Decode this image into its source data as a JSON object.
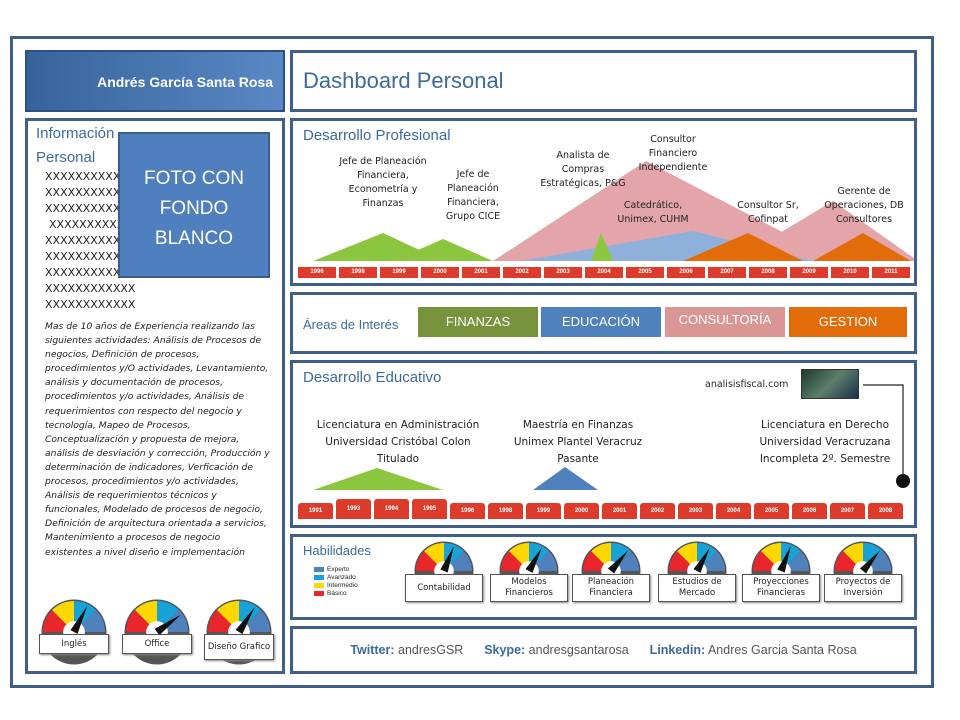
{
  "profile": {
    "name": "Andrés García Santa Rosa",
    "dashboard_title": "Dashboard Personal",
    "info_title_line1": "Información",
    "info_title_line2": "Personal",
    "photo_line1": "FOTO CON",
    "photo_line2": "FONDO",
    "photo_line3": "BLANCO",
    "placeholder_lines": [
      "XXXXXXXXXXXX",
      "XXXXXXXXXXXX",
      "XXXXXXXXXXXX",
      "XXXXXXXXXXXX",
      "XXXXXXXXXXXX",
      "XXXXXXXXXXXX",
      "XXXXXXXXXXXX",
      "XXXXXXXXXXXX",
      "XXXXXXXXXXXX"
    ],
    "experience_summary": "Mas de 10 años de Experiencia realizando las siguientes actividades: Análisis de Procesos de negocios, Definición de procesos, procedimientos y/O actividades, Levantamiento, análisis y documentación de procesos, procedimientos y/o actividades, Análisis de requerimientos con respecto del negocio y tecnología, Mapeo de Procesos, Conceptualización y propuesta de mejora, análisis de desviación y corrección, Producción y determinación de indicadores, Verficación de procesos, procedimientos y/o actividades, Análisis de requerimientos técnicos y funcionales, Modelado de procesos de negocio, Definición de arquitectura orientada a servicios, Mantenimiento a procesos de negocio existentes a nivel diseño e implementación"
  },
  "professional": {
    "title": "Desarrollo Profesional",
    "years": [
      "1996",
      "1998",
      "1999",
      "2000",
      "2001",
      "2002",
      "2003",
      "2004",
      "2005",
      "2006",
      "2007",
      "2008",
      "2009",
      "2010",
      "2011"
    ],
    "positions": [
      {
        "label": "Jefe de Planeación Financiera, Econometría y Finanzas",
        "color": "#8cc63f"
      },
      {
        "label": "Jefe de Planeación Financiera, Grupo CICE",
        "color": "#8cc63f"
      },
      {
        "label": "Analista de Compras Estratégicas, P&G",
        "color": "#8cc63f"
      },
      {
        "label": "Consultor Financiero Independiente",
        "color": "#e3a5aa"
      },
      {
        "label": "Catedrático, Unimex, CUHM",
        "color": "#8fb0db"
      },
      {
        "label": "Consultor Sr, Cofinpat",
        "color": "#e36c0a"
      },
      {
        "label": "Gerente de Operaciones, DB Consultores",
        "color": "#e36c0a"
      }
    ]
  },
  "interests": {
    "title": "Áreas de Interés",
    "items": [
      {
        "label": "FINANZAS",
        "color": "#77933c"
      },
      {
        "label": "EDUCACIÓN",
        "color": "#4f81bd"
      },
      {
        "label": "CONSULTORÍA",
        "color": "#d99694"
      },
      {
        "label": "GESTION",
        "color": "#e36c0a"
      }
    ]
  },
  "education": {
    "title": "Desarrollo Educativo",
    "logo_text": "analisisfiscal.com",
    "years": [
      "1991",
      "1993",
      "1994",
      "1995",
      "1996",
      "1998",
      "1999",
      "2000",
      "2001",
      "2002",
      "2003",
      "2004",
      "2005",
      "2006",
      "2007",
      "2008"
    ],
    "degrees": [
      {
        "line1": "Licenciatura en Administración",
        "line2": "Universidad Cristóbal Colon",
        "line3": "Titulado",
        "color": "#8cc63f"
      },
      {
        "line1": "Maestría en Finanzas",
        "line2": "Unimex Plantel Veracruz",
        "line3": "Pasante",
        "color": "#4f81bd"
      },
      {
        "line1": "Licenciatura en Derecho",
        "line2": "Universidad Veracruzana",
        "line3": "Incompleta 2º. Semestre",
        "color": "#1f1f1f"
      }
    ]
  },
  "skills": {
    "title": "Habilidades",
    "legend": [
      {
        "label": "Experto",
        "color": "#4f81bd"
      },
      {
        "label": "Avanzado",
        "color": "#17a2d8"
      },
      {
        "label": "Intermedio",
        "color": "#ffd700"
      },
      {
        "label": "Básico",
        "color": "#e8262b"
      }
    ],
    "items": [
      {
        "label": "Contabilidad",
        "level": 0.62
      },
      {
        "label": "Modelos Financieros",
        "level": 0.66
      },
      {
        "label": "Planeación Financiera",
        "level": 0.72
      },
      {
        "label": "Estudios de Mercado",
        "level": 0.66
      },
      {
        "label": "Proyecciones Financieras",
        "level": 0.62
      },
      {
        "label": "Proyectos de Inversión",
        "level": 0.72
      }
    ],
    "languages": [
      {
        "label": "Inglés",
        "level": 0.65
      },
      {
        "label": "Office",
        "level": 0.8
      },
      {
        "label": "Diseño Grafico",
        "level": 0.68
      }
    ]
  },
  "contact": {
    "twitter_label": "Twitter:",
    "twitter_value": "andresGSR",
    "skype_label": "Skype:",
    "skype_value": "andresgsantarosa",
    "linkedin_label": "Linkedin:",
    "linkedin_value": "Andres Garcia Santa Rosa"
  }
}
